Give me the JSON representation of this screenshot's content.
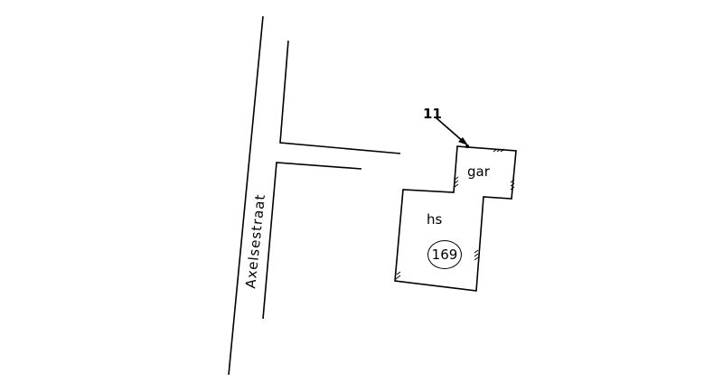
{
  "street_name": "Axelsestraat",
  "parcel_number": "11",
  "buildings": [
    {
      "label": "gar"
    },
    {
      "label": "hs",
      "house_number": "169"
    }
  ]
}
